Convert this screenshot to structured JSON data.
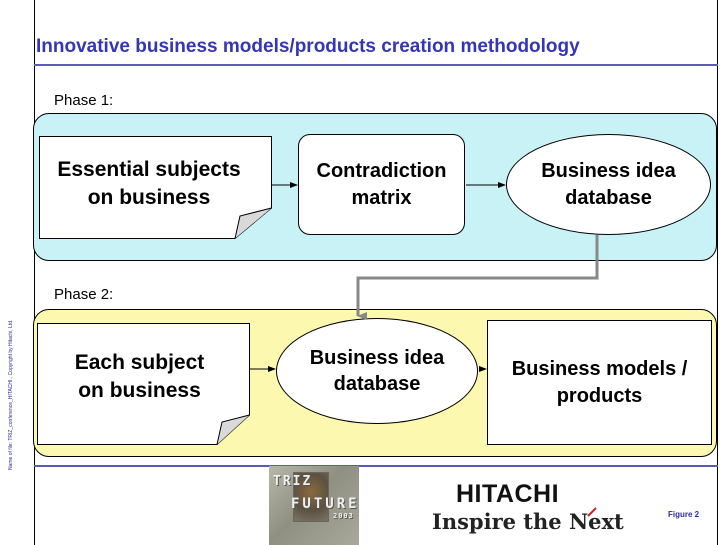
{
  "title": "Innovative business models/products creation methodology",
  "phase1": {
    "label": "Phase 1:",
    "essential": [
      "Essential subjects",
      "on business"
    ],
    "contradiction": [
      "Contradiction",
      "matrix"
    ],
    "database": [
      "Business idea",
      "database"
    ]
  },
  "phase2": {
    "label": "Phase 2:",
    "each": [
      "Each subject",
      "on business"
    ],
    "database": [
      "Business idea",
      "database"
    ],
    "models": [
      "Business models /",
      "products"
    ]
  },
  "side_note": "Name of file: TRIZ_conference_HITACHI., Copyright by Hitachi, Ltd.",
  "logo": {
    "line1": "TRIZ",
    "line2": "FUTURE",
    "year": "2003"
  },
  "brand": {
    "name": "HITACHI",
    "tagline": "Inspire the Next"
  },
  "figure_label": "Figure 2",
  "colors": {
    "title": "#3535b8",
    "phase1_fill": "#c8f2f6",
    "phase2_fill": "#fcf8b0",
    "connector": "#888888"
  }
}
